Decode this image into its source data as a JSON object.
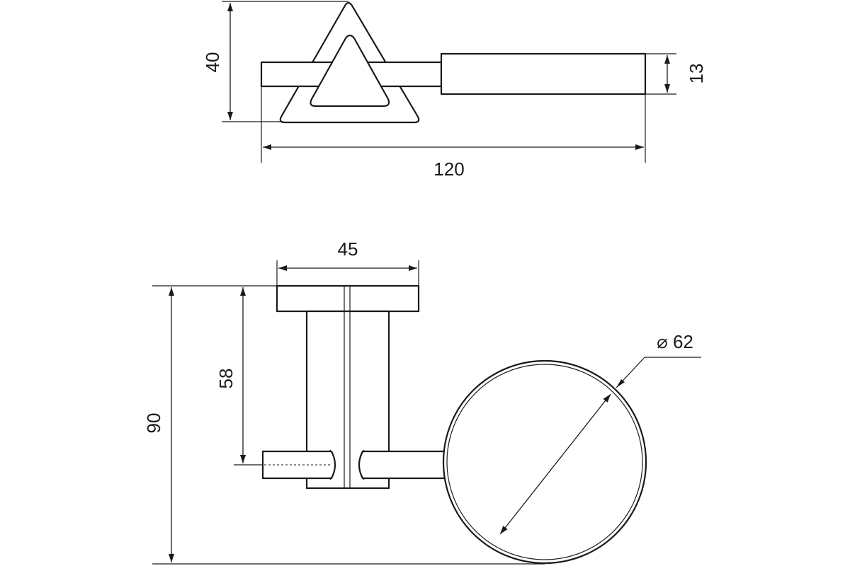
{
  "dimensions": {
    "top_height": "40",
    "top_thickness": "13",
    "top_length": "120",
    "bottom_width": "45",
    "bottom_height": "90",
    "bottom_arm": "58",
    "ring_diameter": "⌀ 62"
  },
  "colors": {
    "line": "#1a1a1a",
    "background": "#ffffff"
  }
}
